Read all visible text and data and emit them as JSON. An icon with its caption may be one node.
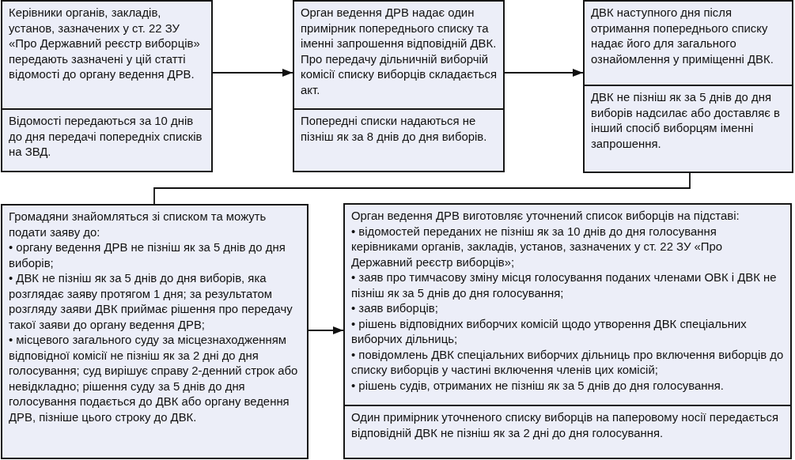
{
  "diagram": {
    "nodes": [
      {
        "text": [
          "Керівники органів, закладів, установ, зазначених у ст. 22 ЗУ «Про Державний реєстр виборців» передають зазначені у цій статті відомості до органу ведення ДРВ."
        ]
      },
      {
        "text": [
          "Відомості передаються за 10 днів до дня передачі попередніх списків на ЗВД."
        ]
      },
      {
        "text": [
          "Орган ведення ДРВ надає один примірник попереднього списку та іменні запрошення відповідній ДВК. Про передачу дільничній виборчій комісії списку виборців складається акт."
        ]
      },
      {
        "text": [
          "Попередні списки надаються не пізніш як за 8 днів до дня виборів."
        ]
      },
      {
        "text": [
          "ДВК наступного дня після отримання попереднього списку надає його для загального ознайомлення у приміщенні ДВК."
        ]
      },
      {
        "text": [
          "ДВК не пізніш як за 5 днів до дня виборів надсилає або  доставляє в інший спосіб виборцям іменні запрошення."
        ]
      },
      {
        "text": [
          "Громадяни знайомляться зі списком та можуть подати заяву до:",
          "• органу ведення ДРВ не пізніш як за 5 днів до дня виборів;",
          "• ДВК не пізніш як за 5 днів до дня виборів, яка розглядає заяву протягом 1 дня; за результатом розгляду заяви ДВК приймає рішення про передачу такої заяви до органу ведення ДРВ;",
          "• місцевого загального суду за місцезнаходженням відповідної комісії не пізніш як за 2 дні до дня голосування; суд вирішує справу 2-денний строк або невідкладно; рішення суду за 5 днів до дня голосування подається до ДВК або органу ведення ДРВ, пізніше цього строку до ДВК."
        ]
      },
      {
        "text": [
          "Орган ведення ДРВ виготовляє уточнений список виборців на підставі:",
          "• відомостей переданих не пізніш як за 10 днів до дня голосування керівниками органів, закладів, установ, зазначених у ст. 22 ЗУ «Про Державний реєстр виборців»;",
          "• заяв про тимчасову зміну місця голосування поданих членами ОВК і ДВК не пізніш як за 5 днів до дня голосування;",
          "• заяв виборців;",
          "• рішень відповідних виборчих комісій щодо утворення ДВК спеціальних виборчих дільниць;",
          "• повідомлень ДВК спеціальних виборчих дільниць про включення виборців до списку виборців у частині включення членів цих комісій;",
          "• рішень судів, отриманих не пізніш як за 5 днів до дня голосування."
        ]
      },
      {
        "text": [
          "Один примірник уточненого списку виборців на паперовому носії передається відповідній ДВК не пізніш як за 2 дні до дня голосування."
        ]
      }
    ],
    "edges": [
      {
        "from": 0,
        "to": 2,
        "arrow": "to"
      },
      {
        "from": 2,
        "to": 4,
        "arrow": "to"
      },
      {
        "from": 5,
        "to": 6,
        "arrow": "none"
      },
      {
        "from": 6,
        "to": 7,
        "arrow": "to"
      }
    ]
  }
}
